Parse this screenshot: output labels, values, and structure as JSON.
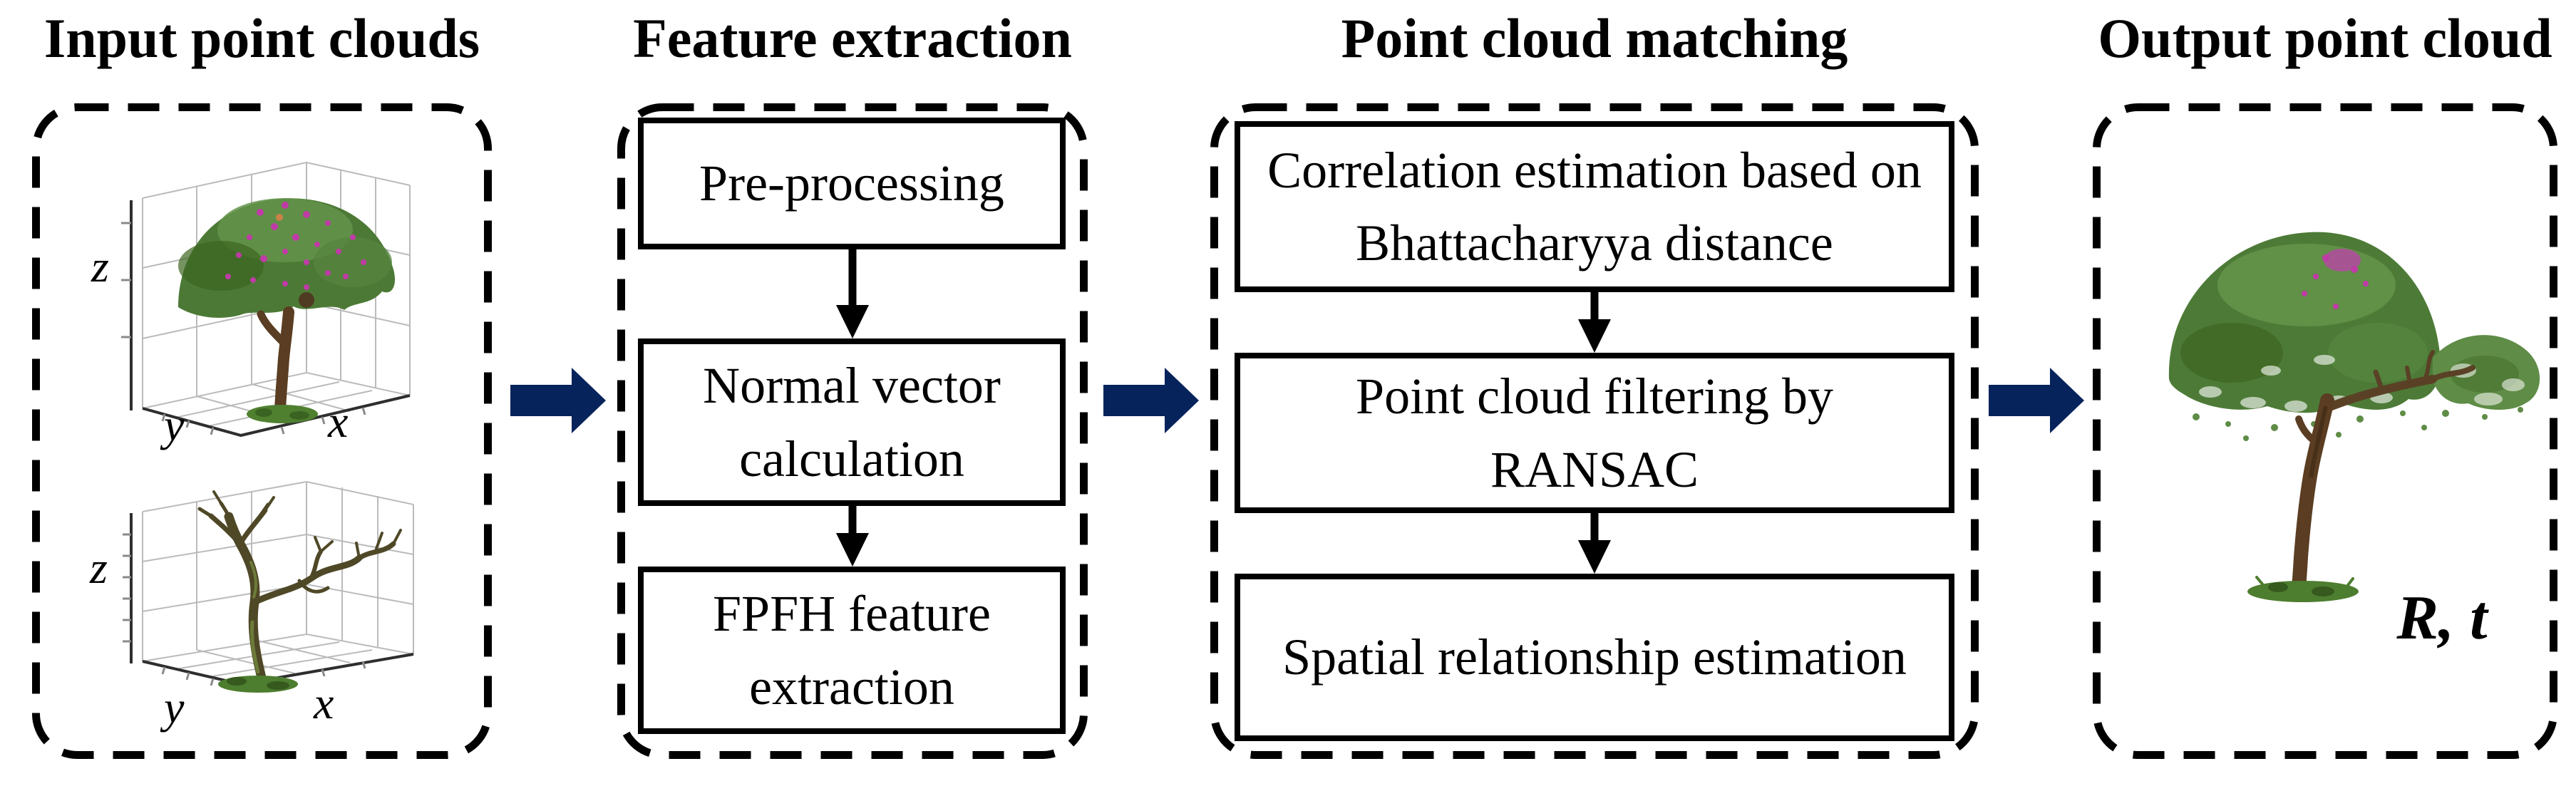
{
  "figure": {
    "background": "#ffffff",
    "accent_color": "#07235c"
  },
  "columns": {
    "input": {
      "title": "Input point clouds"
    },
    "feature": {
      "title": "Feature extraction",
      "steps": [
        "Pre-processing",
        "Normal vector calculation",
        "FPFH feature extraction"
      ]
    },
    "matching": {
      "title": "Point cloud matching",
      "steps": [
        "Correlation estimation based on Bhattacharyya distance",
        "Point cloud filtering by RANSAC",
        "Spatial relationship estimation"
      ]
    },
    "output": {
      "title": "Output point cloud",
      "transform_label": "R, t"
    }
  },
  "axes": {
    "x": "x",
    "y": "y",
    "z": "z"
  },
  "icons": {
    "flow_arrow": "right-arrow-icon",
    "step_connector": "down-arrow-icon"
  }
}
